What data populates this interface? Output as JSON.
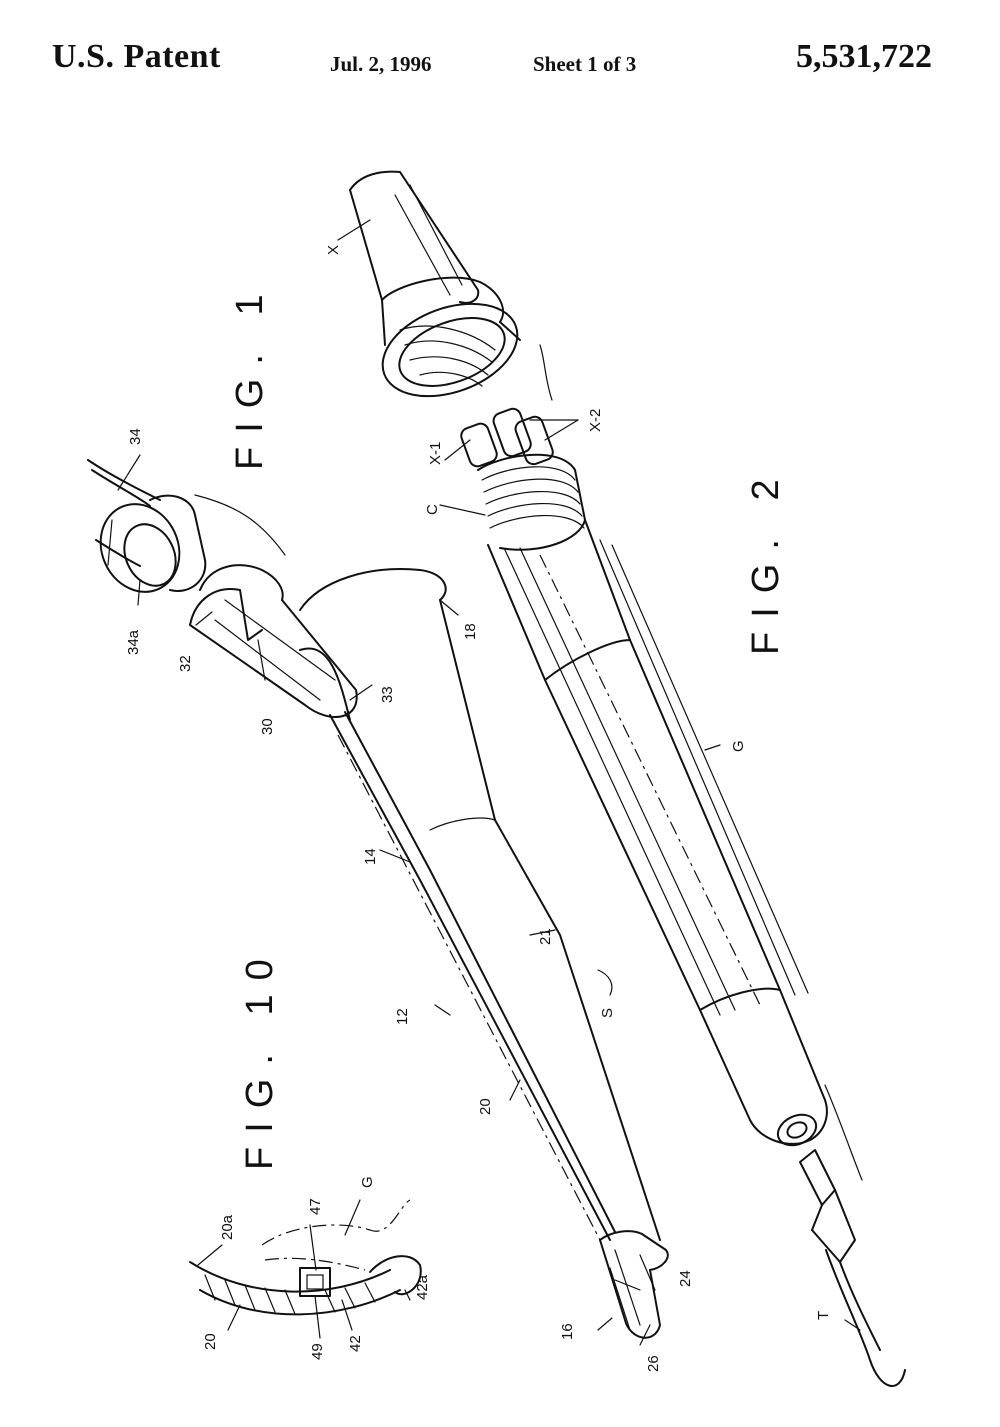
{
  "header": {
    "title": "U.S. Patent",
    "date": "Jul. 2, 1996",
    "sheet": "Sheet 1 of 3",
    "patent_number": "5,531,722"
  },
  "figures": {
    "fig1": "FIG. 1",
    "fig2": "FIG. 2",
    "fig10": "FIG. 10"
  },
  "labels": {
    "l34": "34",
    "l34a": "34a",
    "l32": "32",
    "l30": "30",
    "l33": "33",
    "l18": "18",
    "l14": "14",
    "l12": "12",
    "l21": "21",
    "l20": "20",
    "l24": "24",
    "l16": "16",
    "l26": "26",
    "lX": "X",
    "lX1": "X-1",
    "lX2": "X-2",
    "lC": "C",
    "lG": "G",
    "lS": "S",
    "lT": "T",
    "l20a": "20a",
    "l47": "47",
    "lG10": "G",
    "l42a": "42a",
    "l20b": "20",
    "l49": "49",
    "l42": "42"
  }
}
